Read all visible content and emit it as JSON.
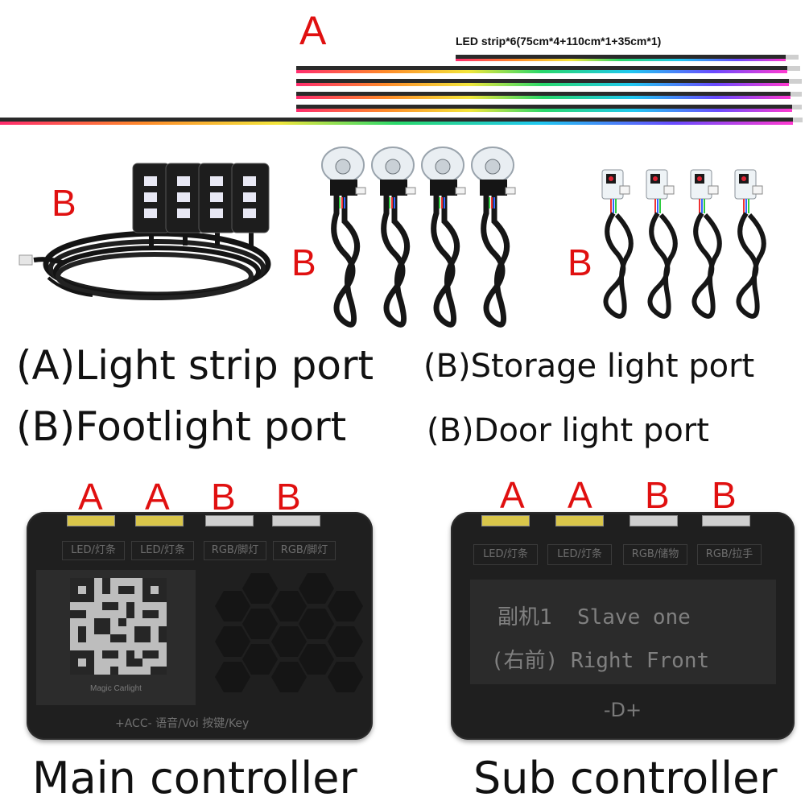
{
  "strip_section": {
    "letter": "A",
    "spec": "LED strip*6(75cm*4+110cm*1+35cm*1)"
  },
  "foot_section": {
    "letter": "B"
  },
  "storage_section": {
    "letter": "B"
  },
  "door_section": {
    "letter": "B"
  },
  "captions": {
    "light_strip": "(A)Light strip port",
    "storage": "(B)Storage light port",
    "footlight": "(B)Footlight port",
    "door": "(B)Door light port"
  },
  "main_controller": {
    "letters": [
      "A",
      "A",
      "B",
      "B"
    ],
    "port_tags": [
      "LED/灯条",
      "LED/灯条",
      "RGB/脚灯",
      "RGB/脚灯"
    ],
    "qr_caption": "Magic Carlight",
    "bottom_label": "+ACC- 语音/Voi 按键/Key",
    "name": "Main controller"
  },
  "sub_controller": {
    "letters": [
      "A",
      "A",
      "B",
      "B"
    ],
    "port_tags": [
      "LED/灯条",
      "LED/灯条",
      "RGB/储物",
      "RGB/拉手"
    ],
    "line1": "副机1  Slave one",
    "line2": "(右前) Right Front",
    "bottom_label": "-D+",
    "name": "Sub controller"
  }
}
